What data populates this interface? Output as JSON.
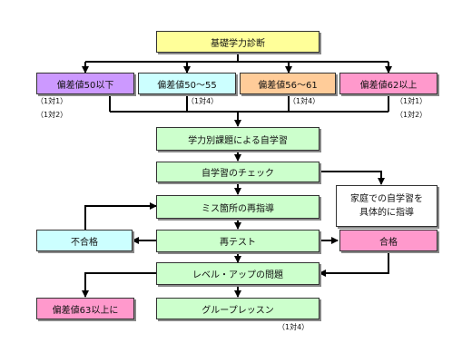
{
  "boxes": {
    "diagnosis": "基礎学力診断",
    "hensachi_50_below": "偏差値50以下",
    "hensachi_50_55": "偏差値50～55",
    "hensachi_56_61": "偏差値56～61",
    "hensachi_62_above": "偏差値62以上",
    "self_study": "学力別課題による自学習",
    "check": "自学習のチェック",
    "reteach": "ミス箇所の再指導",
    "home_study_line1": "家庭での自学習を",
    "home_study_line2": "具体的に指導",
    "fail": "不合格",
    "retest": "再テスト",
    "pass": "合格",
    "level_up": "レベル・アップの問題",
    "hensachi_63": "偏差値63以上に",
    "group_lesson": "グループレッスン"
  },
  "notes": {
    "ratio_1_1_a": "（1対1）",
    "ratio_1_2_a": "（1対2）",
    "ratio_1_4_a": "（1対4）",
    "ratio_1_4_b": "（1対4）",
    "ratio_1_1_b": "（1対1）",
    "ratio_1_2_b": "（1対2）",
    "ratio_1_4_c": "（1対4）"
  },
  "colors": {
    "yellow": "#ffff99",
    "purple": "#cc99ff",
    "cyan": "#ccffff",
    "orange": "#ffcc99",
    "pink": "#ff99cc",
    "green": "#ccffcc",
    "line": "#000000"
  }
}
